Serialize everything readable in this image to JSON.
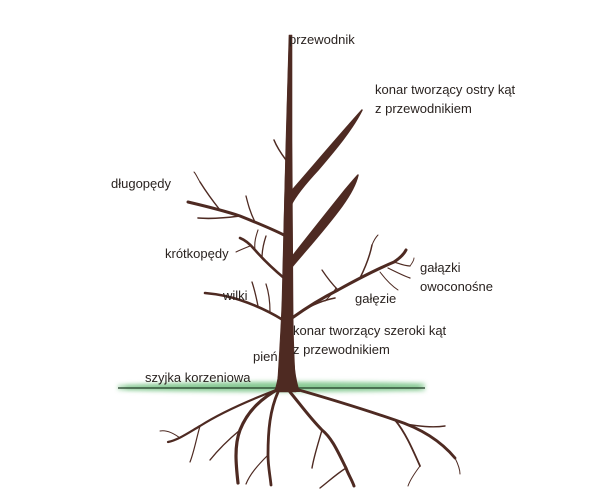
{
  "labels": {
    "leader": "przewodnik",
    "acute_branch": [
      "konar tworzący ostry kąt",
      "z przewodnikiem"
    ],
    "long_shoots": "długopędy",
    "short_shoots": "krótkopędy",
    "fruiting_twigs": [
      "gałązki",
      "owoconośne"
    ],
    "water_sprouts": "wilki",
    "branches": "gałęzie",
    "wide_branch": [
      "konar tworzący szeroki kąt",
      "z przewodnikiem"
    ],
    "trunk": "pień",
    "root_collar": "szyjka korzeniowa"
  },
  "colors": {
    "bark": "#4e2a22",
    "ground": "#5db56a",
    "ground_line": "#1f3a24",
    "text": "#2a2320"
  }
}
